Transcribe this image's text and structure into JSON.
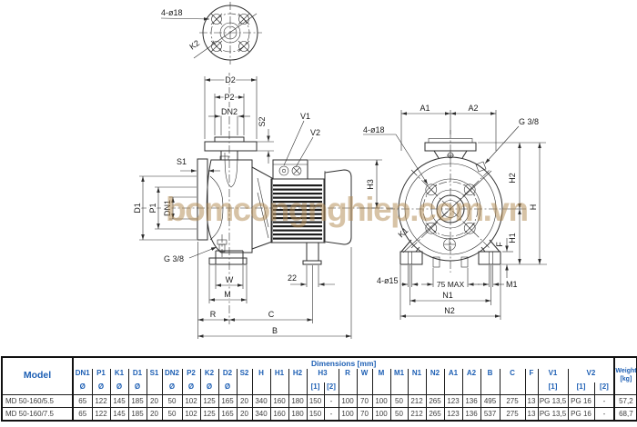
{
  "watermark": "bomcongnghiep.com.vn",
  "colors": {
    "header_text": "#1d5fb4",
    "line": "#2e2e2e",
    "watermark": "#b1894f",
    "border": "#111111"
  },
  "drawing": {
    "flange_detail": {
      "holes": "4-ø18",
      "bolt_circle": "K2"
    },
    "left_view": {
      "d2": "D2",
      "p2": "P2",
      "dn2": "DN2",
      "s2": "S2",
      "s1": "S1",
      "d1": "D1",
      "p1": "P1",
      "dn1": "DN1",
      "drain_plug": "G 3/8",
      "v1": "V1",
      "v2": "V2",
      "h3": "H3",
      "w": "W",
      "m": "M",
      "leg_width": "22",
      "r": "R",
      "c": "C",
      "b": "B"
    },
    "right_view": {
      "a1": "A1",
      "a2": "A2",
      "plug": "G 3/8",
      "holes": "4-ø18",
      "k1": "K1",
      "h2": "H2",
      "h": "H",
      "h1": "H1",
      "f": "F",
      "foot_holes": "4-ø15",
      "shaft_clearance": "75 MAX",
      "m1": "M1",
      "n1": "N1",
      "n2": "N2"
    }
  },
  "table": {
    "model_header": "Model",
    "dimensions_header": "Dimensions [mm]",
    "weight_header": "Weight",
    "weight_unit": "[kg]",
    "diameter_symbol": "Ø",
    "sub1": "[1]",
    "sub2": "[2]",
    "columns": [
      "DN1",
      "P1",
      "K1",
      "D1",
      "S1",
      "DN2",
      "P2",
      "K2",
      "D2",
      "S2",
      "H",
      "H1",
      "H2",
      "H3",
      "R",
      "W",
      "M",
      "M1",
      "N1",
      "N2",
      "A1",
      "A2",
      "B",
      "C",
      "F",
      "V1",
      "V2"
    ],
    "rows": [
      {
        "model": "MD 50-160/5.5",
        "values": [
          "65",
          "122",
          "145",
          "185",
          "20",
          "50",
          "102",
          "125",
          "165",
          "20",
          "340",
          "160",
          "180",
          "150",
          "-",
          "100",
          "70",
          "100",
          "50",
          "212",
          "265",
          "123",
          "136",
          "495",
          "275",
          "13",
          "PG 13,5",
          "PG 16",
          "-"
        ],
        "weight": "57,2"
      },
      {
        "model": "MD 50-160/7.5",
        "values": [
          "65",
          "122",
          "145",
          "185",
          "20",
          "50",
          "102",
          "125",
          "165",
          "20",
          "340",
          "160",
          "180",
          "150",
          "-",
          "100",
          "70",
          "100",
          "50",
          "212",
          "265",
          "123",
          "136",
          "537",
          "275",
          "13",
          "PG 13,5",
          "PG 16",
          "-"
        ],
        "weight": "68,7"
      }
    ]
  }
}
